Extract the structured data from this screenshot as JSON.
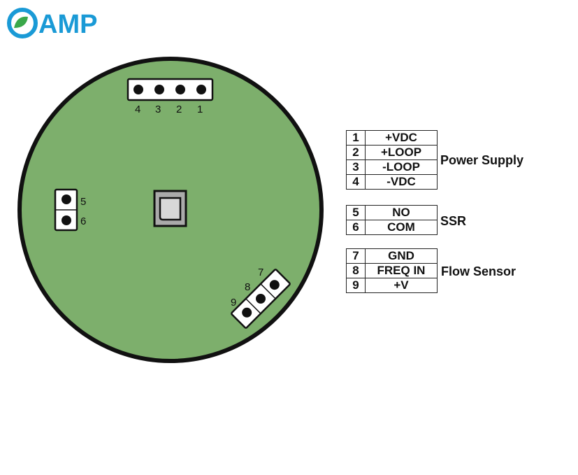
{
  "logo": {
    "text": "AMP",
    "colors": {
      "ring": "#1a9ad6",
      "text": "#1a9ad6",
      "leaf": "#3aa84a"
    }
  },
  "board": {
    "fill": "#7daf6c",
    "outline": "#111111"
  },
  "top_header_labels": [
    "4",
    "3",
    "2",
    "1"
  ],
  "left_header_labels": [
    "5",
    "6"
  ],
  "diagonal_header_labels": [
    "7",
    "8",
    "9"
  ],
  "groups": [
    {
      "name": "Power Supply",
      "rows": [
        {
          "num": "1",
          "label": "+VDC"
        },
        {
          "num": "2",
          "label": "+LOOP"
        },
        {
          "num": "3",
          "label": "-LOOP"
        },
        {
          "num": "4",
          "label": "-VDC"
        }
      ]
    },
    {
      "name": "SSR",
      "rows": [
        {
          "num": "5",
          "label": "NO"
        },
        {
          "num": "6",
          "label": "COM"
        }
      ]
    },
    {
      "name": "Flow Sensor",
      "rows": [
        {
          "num": "7",
          "label": "GND"
        },
        {
          "num": "8",
          "label": "FREQ IN"
        },
        {
          "num": "9",
          "label": "+V"
        }
      ]
    }
  ]
}
